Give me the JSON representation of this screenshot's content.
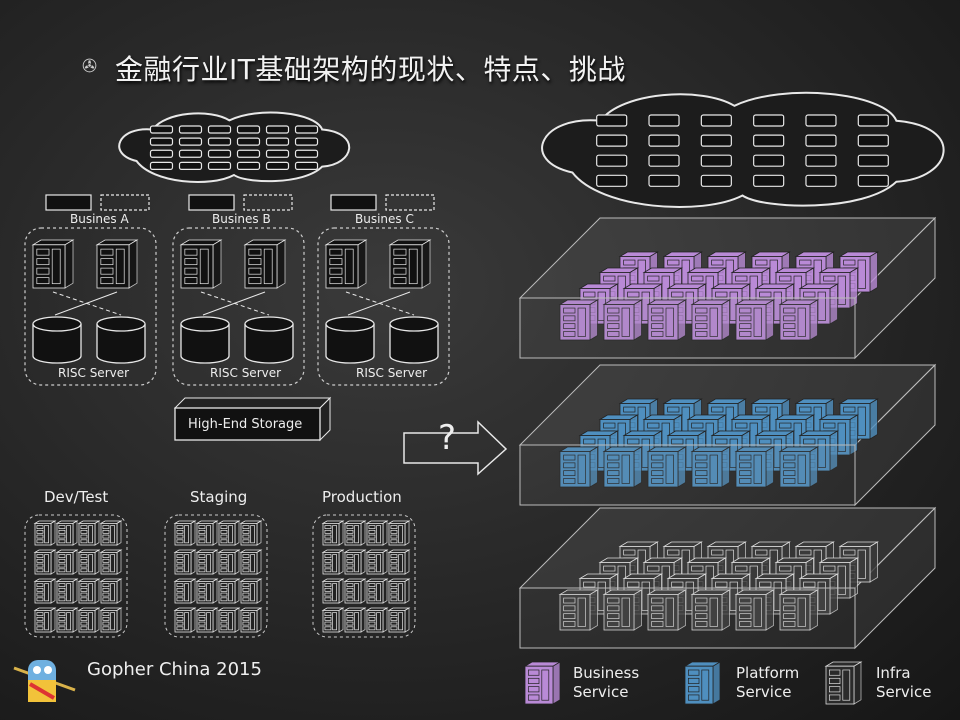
{
  "title": "金融行业IT基础架构的现状、特点、挑战",
  "bullet_icon": "film-reel-icon",
  "left": {
    "business": [
      "Busines A",
      "Busines B",
      "Busines C"
    ],
    "server_label": "RISC Server",
    "storage_label": "High-End Storage",
    "environments": [
      "Dev/Test",
      "Staging",
      "Production"
    ]
  },
  "arrow_label": "?",
  "tiers": [
    {
      "name": "Business Service",
      "line1": "Business",
      "line2": "Service",
      "color": "#b98ad6"
    },
    {
      "name": "Platform Service",
      "line1": "Platform",
      "line2": "Service",
      "color": "#4f8fbf"
    },
    {
      "name": "Infra Service",
      "line1": "Infra",
      "line2": "Service",
      "color": "#3a3a3a"
    }
  ],
  "footer": "Gopher China 2015"
}
